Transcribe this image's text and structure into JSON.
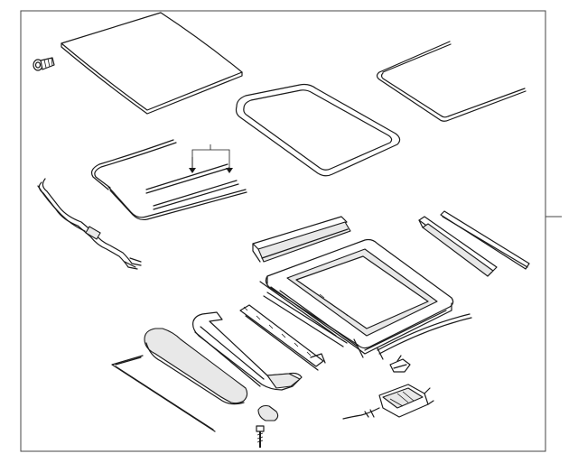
{
  "diagram": {
    "parts": [
      {
        "id": "roof-panel"
      },
      {
        "id": "bolt-top"
      },
      {
        "id": "glass-panel"
      },
      {
        "id": "outer-seal"
      },
      {
        "id": "wind-deflector-cables"
      },
      {
        "id": "drain-hose-assembly"
      },
      {
        "id": "front-cross-member"
      },
      {
        "id": "right-guide-rail"
      },
      {
        "id": "right-guide-rail-2"
      },
      {
        "id": "sunroof-frame"
      },
      {
        "id": "sunshade"
      },
      {
        "id": "sunshade-trim"
      },
      {
        "id": "rear-deflector"
      },
      {
        "id": "side-strip"
      },
      {
        "id": "left-rail-strip"
      },
      {
        "id": "motor-unit"
      },
      {
        "id": "clip-small"
      },
      {
        "id": "screw-bottom"
      },
      {
        "id": "cap-piece"
      },
      {
        "id": "rear-seal-strip"
      }
    ],
    "colors": {
      "stroke": "#1a1a1a",
      "border": "#444444",
      "fill": "#ffffff",
      "shade": "#e8e8e8"
    }
  }
}
